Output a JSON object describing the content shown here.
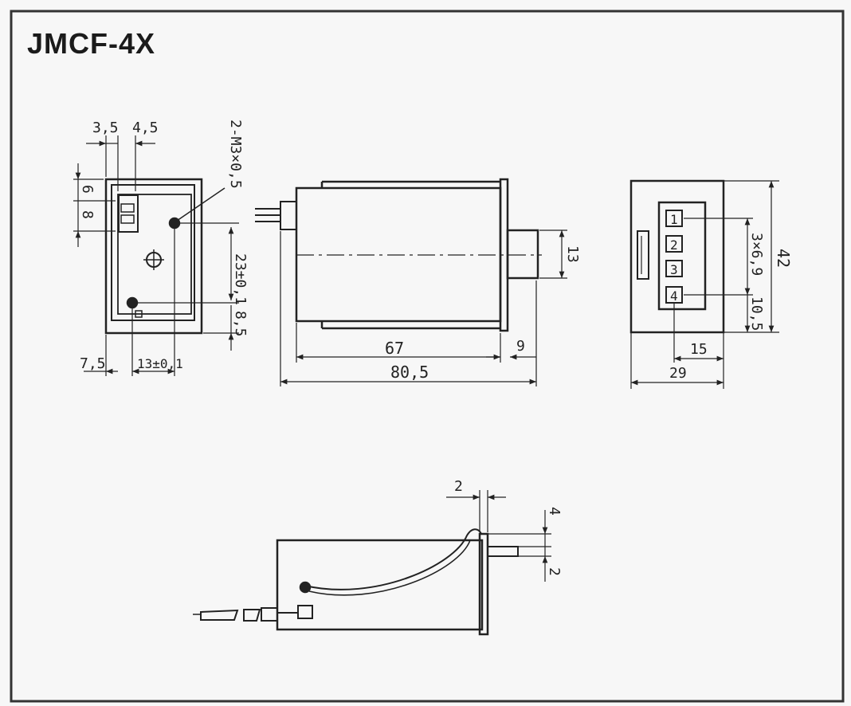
{
  "title": "JMCF-4X",
  "front_view": {
    "dim_top_left": "3,5",
    "dim_top_right": "4,5",
    "thread_label": "2-M3×0,5",
    "dim_left_upper": "6",
    "dim_left_lower": "8",
    "dim_right_main": "23±0,1",
    "dim_right_lower": "8,5",
    "dim_bottom_left": "7,5",
    "dim_bottom_mid": "13±0,1"
  },
  "side_view": {
    "dim_body": "67",
    "dim_shaft_len": "9",
    "dim_total": "80,5",
    "dim_shaft_dia": "13"
  },
  "end_view": {
    "digits": [
      "1",
      "2",
      "3",
      "4"
    ],
    "dim_height": "42",
    "dim_pitch": "3×6,9",
    "dim_bottom": "10,5",
    "dim_window": "15",
    "dim_width": "29"
  },
  "bottom_view": {
    "dim_gap": "2",
    "dim_top": "4",
    "dim_bottom": "2"
  }
}
